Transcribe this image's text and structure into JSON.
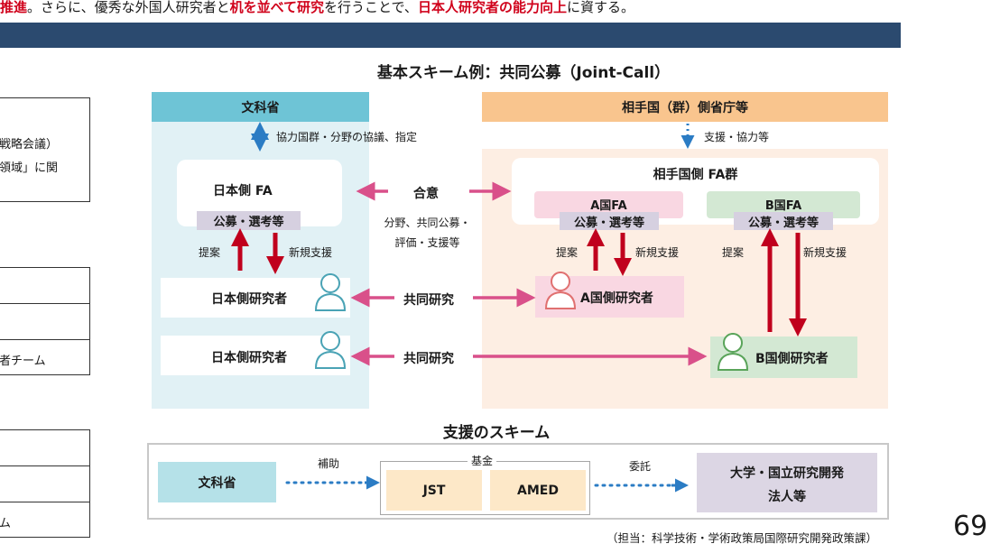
{
  "header": {
    "top_parts": [
      {
        "text": "推進",
        "emphasis": true
      },
      {
        "text": "。さらに、優秀な外国人研究者と",
        "emphasis": false
      },
      {
        "text": "机を並べて研究",
        "emphasis": true
      },
      {
        "text": "を行うことで、",
        "emphasis": false
      },
      {
        "text": "日本人研究者の能力向上",
        "emphasis": true
      },
      {
        "text": "に資する。",
        "emphasis": false
      }
    ]
  },
  "left_panel": {
    "box_line1": "戦略会議）",
    "box_line2": "領域」に関",
    "team_row": "者チーム",
    "bottom_row": "ム"
  },
  "scheme": {
    "title": "基本スキーム例：共同公募（Joint-Call）",
    "mext_header": "文科省",
    "partner_header": "相手国（群）側省庁等",
    "mext_note": "協力国群・分野の協議、指定",
    "partner_note": "支援・協力等",
    "japan_fa": "日本側 FA",
    "japan_fa_sub": "公募・選考等",
    "agreement": "合意",
    "agreement_sub_1": "分野、共同公募・",
    "agreement_sub_2": "評価・支援等",
    "partner_fa_group": "相手国側 FA群",
    "a_fa": "A国FA",
    "a_fa_sub": "公募・選考等",
    "b_fa": "B国FA",
    "b_fa_sub": "公募・選考等",
    "proposal": "提案",
    "new_support": "新規支援",
    "japan_researcher": "日本側研究者",
    "joint_research": "共同研究",
    "a_researcher": "A国側研究者",
    "b_researcher": "B国側研究者"
  },
  "support": {
    "title": "支援のスキーム",
    "mext": "文科省",
    "subsidy": "補助",
    "fund": "基金",
    "jst": "JST",
    "amed": "AMED",
    "entrust": "委託",
    "univ_line1": "大学・国立研究開発",
    "univ_line2": "法人等"
  },
  "footer": {
    "contact": "（担当：科学技術・学術政策局国際研究開発政策課）",
    "page_number": "69"
  },
  "colors": {
    "navy": "#2b4a6f",
    "mext_blue": "#6ec4d6",
    "partner_orange": "#f9c58e",
    "arrow_pink": "#d9508a",
    "arrow_red": "#c0001d",
    "arrow_blue": "#2b7cc4",
    "emphasis_red": "#d0021b"
  }
}
